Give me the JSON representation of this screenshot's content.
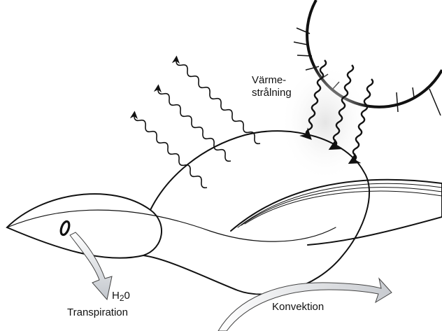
{
  "labels": {
    "varme_line1": "Värme-",
    "varme_line2": "strålning",
    "h2o_main": "H",
    "h2o_sub": "2",
    "h2o_tail": "0",
    "transpiration": "Transpiration",
    "konvektion": "Konvektion"
  },
  "colors": {
    "line": "#111111",
    "arrow_gray_light": "#ffffff",
    "arrow_gray_dark": "#c8cbd0",
    "sun_glow": "#e6e6e6"
  }
}
